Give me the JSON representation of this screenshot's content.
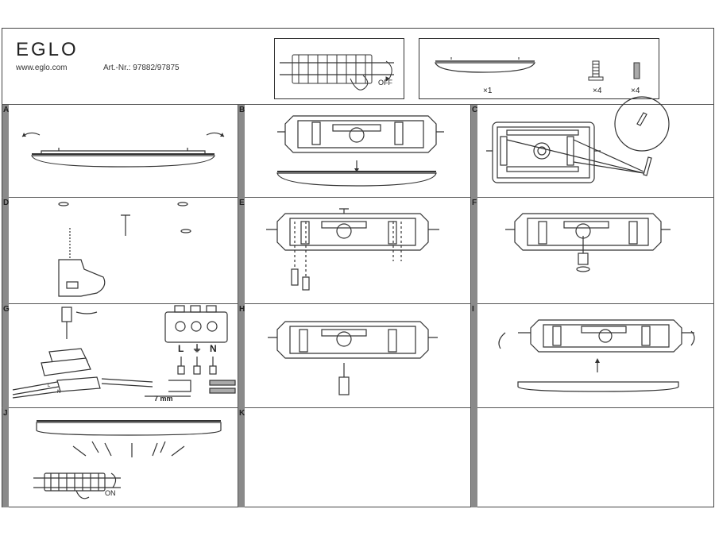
{
  "header": {
    "brand": "EGLO",
    "website": "www.eglo.com",
    "article_number": "Art.-Nr.: 97882/97875"
  },
  "switch_off_label": "OFF",
  "switch_on_label": "ON",
  "parts": [
    {
      "qty": "×1"
    },
    {
      "qty": "×4"
    },
    {
      "qty": "×4"
    }
  ],
  "panels": [
    "A",
    "B",
    "C",
    "D",
    "E",
    "F",
    "G",
    "H",
    "I",
    "J",
    "K"
  ],
  "wiring": {
    "terminal_labels": [
      "L",
      "⏚",
      "N"
    ],
    "strip_length": "7 mm",
    "wire_labels": [
      "L",
      "N"
    ]
  },
  "colors": {
    "strip": "#8a8a8a",
    "line": "#333333"
  }
}
